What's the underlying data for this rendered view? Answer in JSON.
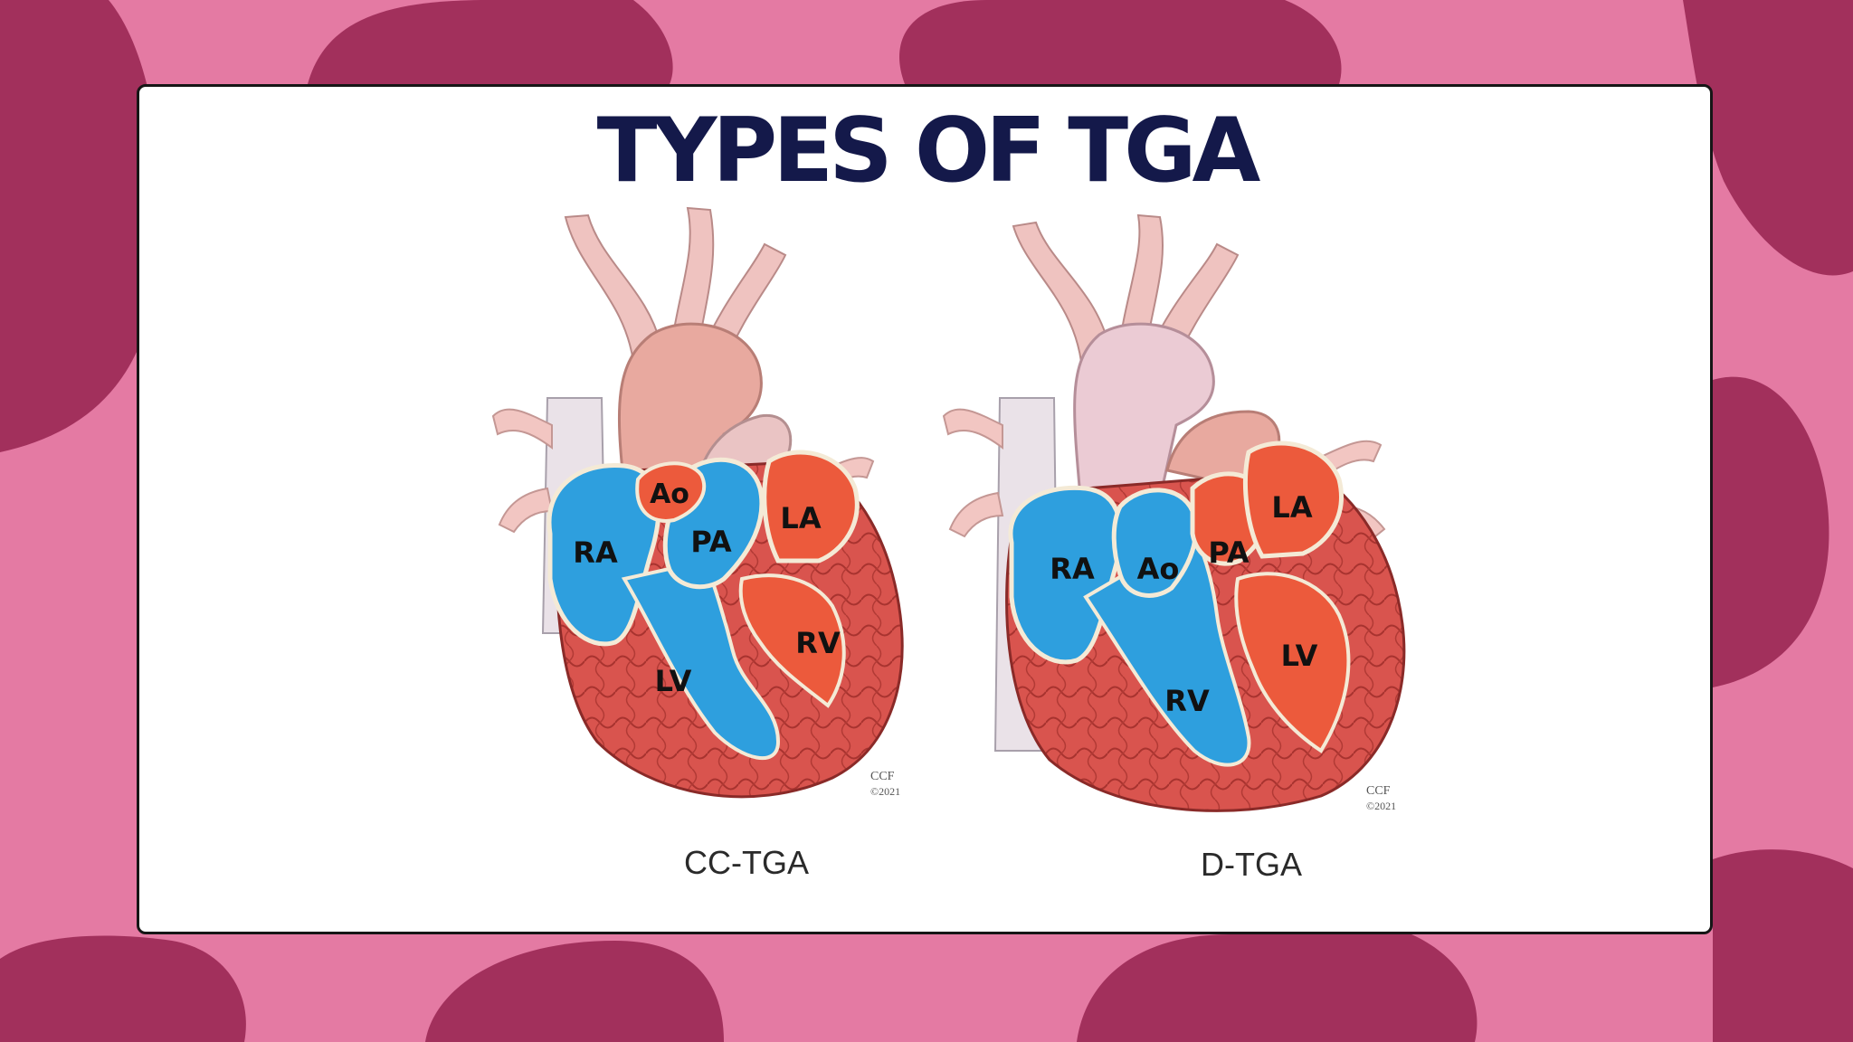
{
  "slide": {
    "title": "TYPES OF TGA",
    "colors": {
      "background": "#e47aa3",
      "blob": "#a2305c",
      "title": "#14194a",
      "oxygenated": "#ec5a3c",
      "deoxygenated": "#2e9fde"
    }
  },
  "hearts": [
    {
      "caption": "CC-TGA",
      "labels": {
        "ao": "Ao",
        "pa": "PA",
        "ra": "RA",
        "la": "LA",
        "lv": "LV",
        "rv": "RV"
      },
      "copyright": {
        "line1": "CCF",
        "line2": "©2021"
      }
    },
    {
      "caption": "D-TGA",
      "labels": {
        "ra": "RA",
        "ao": "Ao",
        "pa": "PA",
        "la": "LA",
        "lv": "LV",
        "rv": "RV"
      },
      "copyright": {
        "line1": "CCF",
        "line2": "©2021"
      }
    }
  ]
}
